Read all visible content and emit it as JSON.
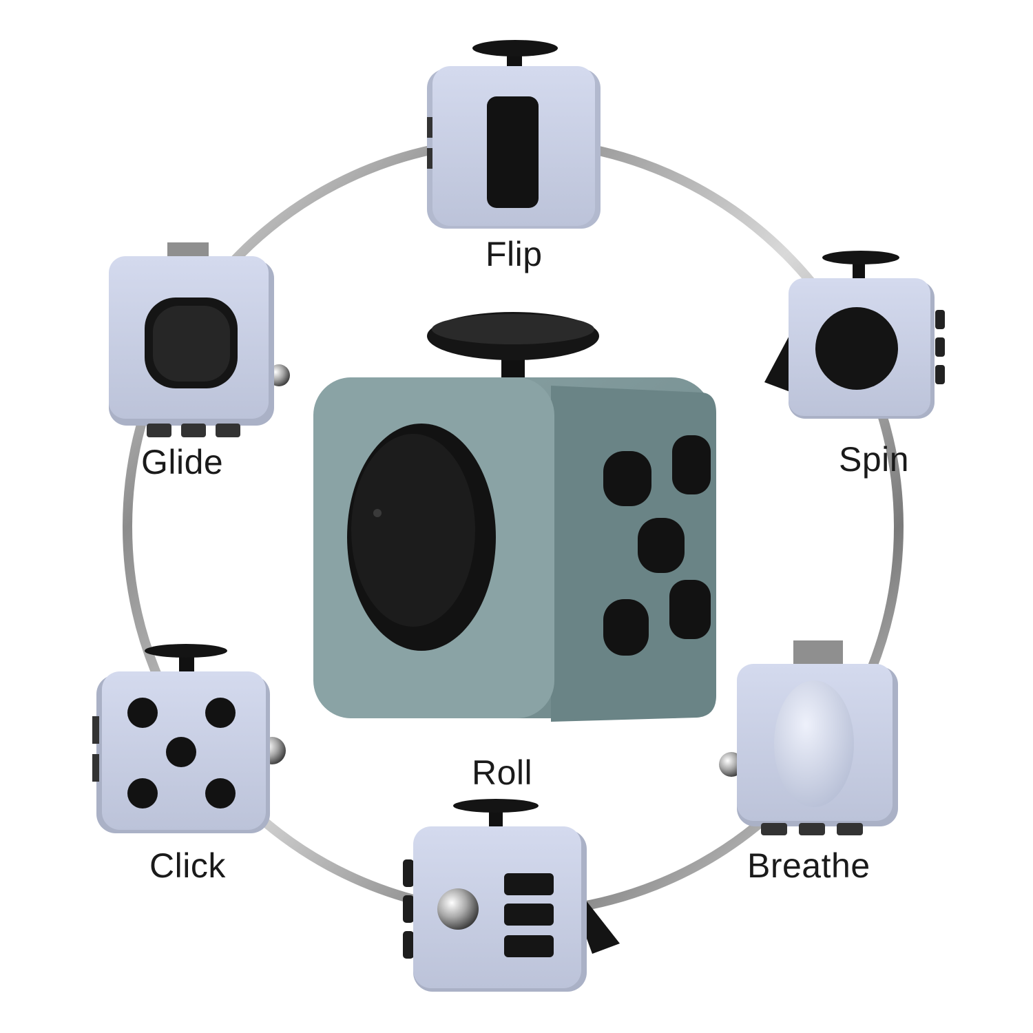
{
  "features": {
    "flip": "Flip",
    "glide": "Glide",
    "spin": "Spin",
    "roll": "Roll",
    "click": "Click",
    "breathe": "Breathe"
  },
  "colors": {
    "cube_light": "#c9cfe3",
    "cube_main": "#7f9a9b",
    "button_black": "#141414",
    "ring_dark": "#6f6f6f",
    "ring_light": "#e6e6e6"
  }
}
